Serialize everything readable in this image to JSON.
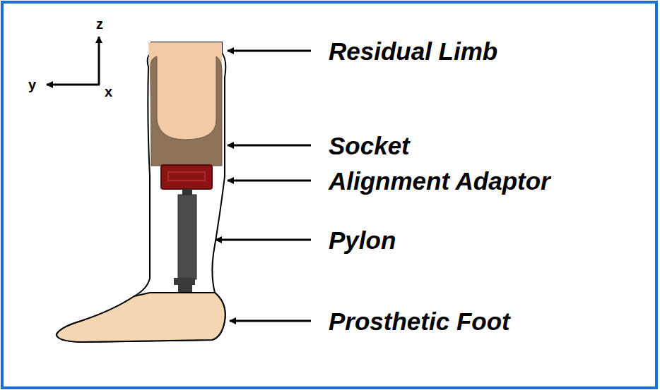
{
  "diagram": {
    "labels": [
      "z",
      "y",
      "x",
      "Residual Limb",
      "Socket",
      "Alignment Adaptor",
      "Pylon",
      "Prosthetic Foot"
    ]
  }
}
